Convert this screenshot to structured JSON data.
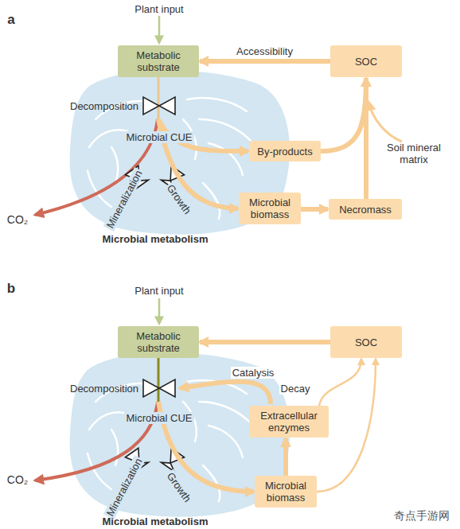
{
  "diagram": {
    "nodes": [
      {
        "text": [
          "Metabolic substrate"
        ]
      },
      {
        "text": [
          "SOC"
        ]
      },
      {
        "text": [
          "By-products"
        ]
      },
      {
        "text": [
          "Microbial biomass"
        ]
      },
      {
        "text": [
          "Necromass"
        ]
      },
      {
        "text": [
          "Metabolic substrate"
        ]
      },
      {
        "text": [
          "SOC"
        ]
      },
      {
        "text": [
          "Extracellular enzymes"
        ]
      },
      {
        "text": [
          "Microbial biomass"
        ]
      }
    ],
    "edges": [
      {
        "from": 1,
        "to": 0,
        "label": "Accessibility",
        "arrow": "to"
      },
      {
        "from": 0,
        "to": 2,
        "arrow": "to"
      },
      {
        "from": 0,
        "to": 3,
        "arrow": "to"
      },
      {
        "from": 2,
        "to": 1,
        "arrow": "to"
      },
      {
        "from": 3,
        "to": 4,
        "arrow": "to"
      },
      {
        "from": 4,
        "to": 1,
        "arrow": "to"
      },
      {
        "from": 6,
        "to": 5,
        "arrow": "to"
      },
      {
        "from": 5,
        "to": 8,
        "arrow": "to"
      },
      {
        "from": 8,
        "to": 7,
        "arrow": "to"
      },
      {
        "from": 7,
        "to": 6,
        "label": "Decay",
        "arrow": "to"
      },
      {
        "from": 8,
        "to": 6,
        "arrow": "to"
      }
    ],
    "labels": [
      "a",
      "Plant input",
      "Decomposition",
      "Microbial CUE",
      "Mineralization",
      "Growth",
      "CO₂",
      "Soil mineral matrix",
      "Microbial metabolism",
      "b",
      "Plant input",
      "Decomposition",
      "Microbial CUE",
      "Catalysis",
      "Mineralization",
      "Growth",
      "CO₂",
      "Microbial metabolism",
      "奇点手游网"
    ]
  }
}
